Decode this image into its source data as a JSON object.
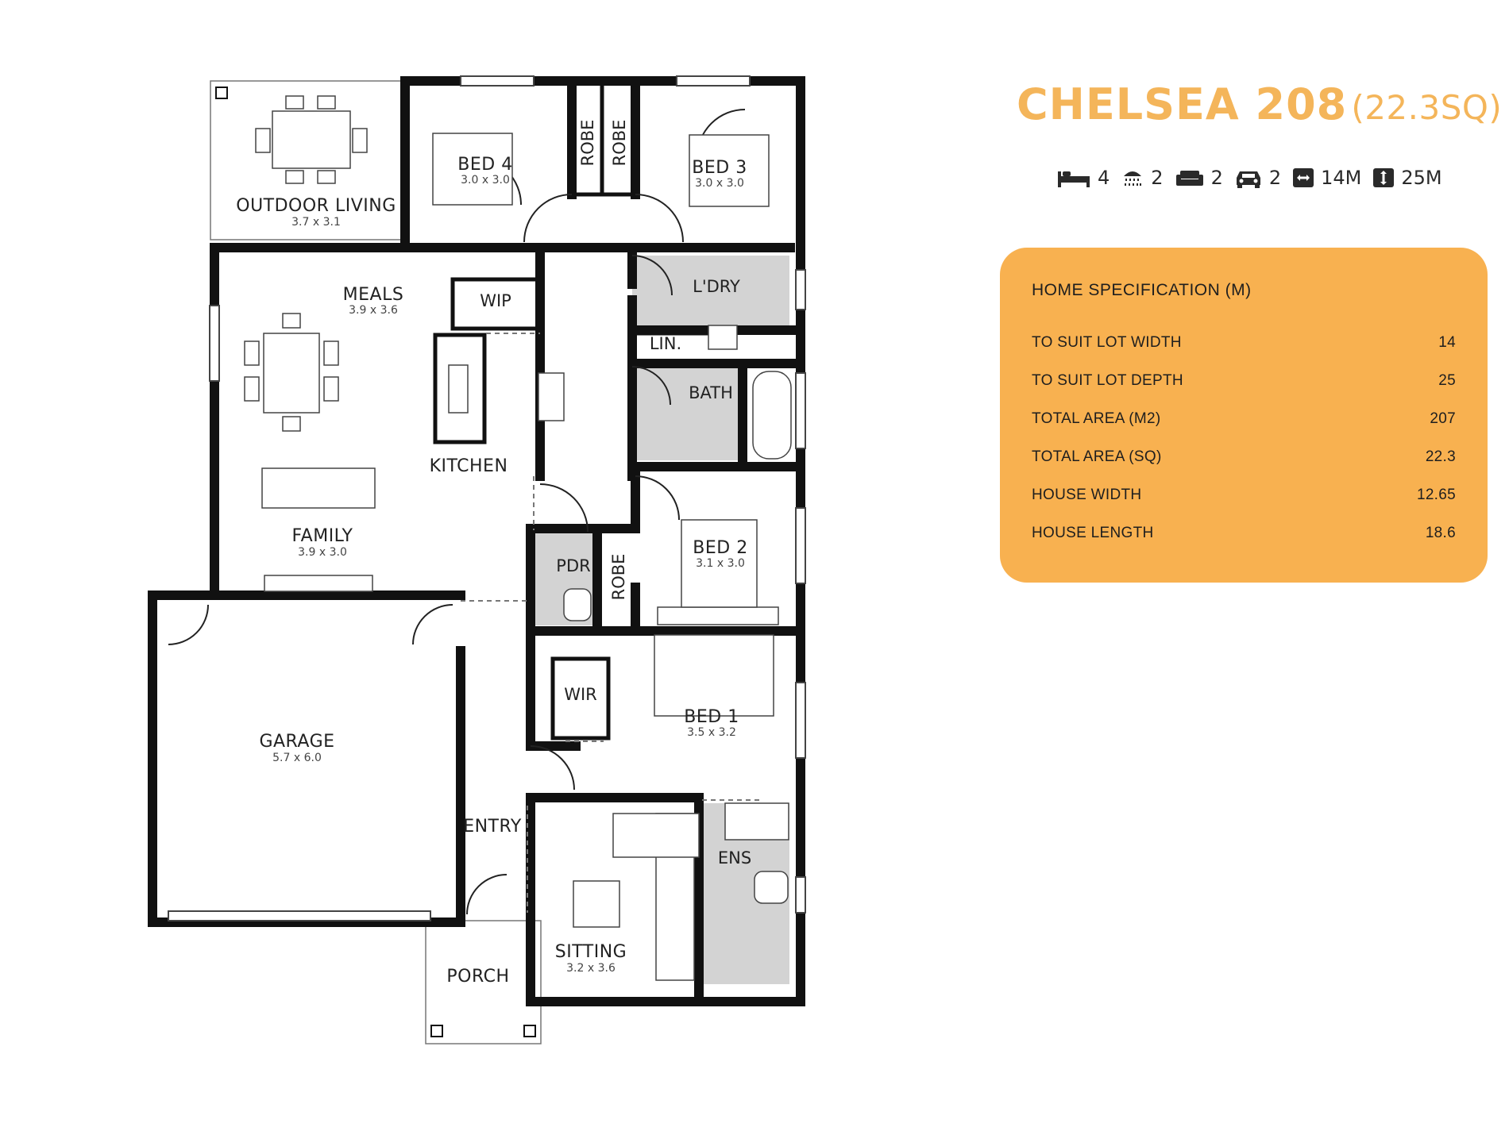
{
  "header": {
    "name": "CHELSEA 208",
    "size": "(22.3SQ)"
  },
  "features": {
    "bedrooms": "4",
    "bathrooms": "2",
    "living": "2",
    "garage": "2",
    "lot_width": "14M",
    "lot_depth": "25M"
  },
  "spec": {
    "title": "HOME SPECIFICATION (M)",
    "rows": [
      {
        "label": "TO SUIT LOT WIDTH",
        "value": "14"
      },
      {
        "label": "TO SUIT LOT DEPTH",
        "value": "25"
      },
      {
        "label": "TOTAL AREA (M2)",
        "value": "207"
      },
      {
        "label": "TOTAL AREA (SQ)",
        "value": "22.3"
      },
      {
        "label": "HOUSE WIDTH",
        "value": "12.65"
      },
      {
        "label": "HOUSE LENGTH",
        "value": "18.6"
      }
    ]
  },
  "plan": {
    "outdoor_living": {
      "label": "OUTDOOR LIVING",
      "dims": "3.7 x 3.1"
    },
    "bed4": {
      "label": "BED 4",
      "dims": "3.0 x 3.0"
    },
    "bed3": {
      "label": "BED 3",
      "dims": "3.0 x 3.0"
    },
    "robe_a": "ROBE",
    "robe_b": "ROBE",
    "robe_c": "ROBE",
    "meals": {
      "label": "MEALS",
      "dims": "3.9 x 3.6"
    },
    "wip": "WIP",
    "laundry": "L'DRY",
    "linen": "LIN.",
    "bath": "BATH",
    "kitchen": "KITCHEN",
    "family": {
      "label": "FAMILY",
      "dims": "3.9 x 3.0"
    },
    "pdr": "PDR",
    "bed2": {
      "label": "BED 2",
      "dims": "3.1 x 3.0"
    },
    "garage": {
      "label": "GARAGE",
      "dims": "5.7 x 6.0"
    },
    "wir": "WIR",
    "bed1": {
      "label": "BED 1",
      "dims": "3.5 x 3.2"
    },
    "entry": "ENTRY",
    "ens": "ENS",
    "sitting": {
      "label": "SITTING",
      "dims": "3.2 x 3.6"
    },
    "porch": "PORCH"
  }
}
